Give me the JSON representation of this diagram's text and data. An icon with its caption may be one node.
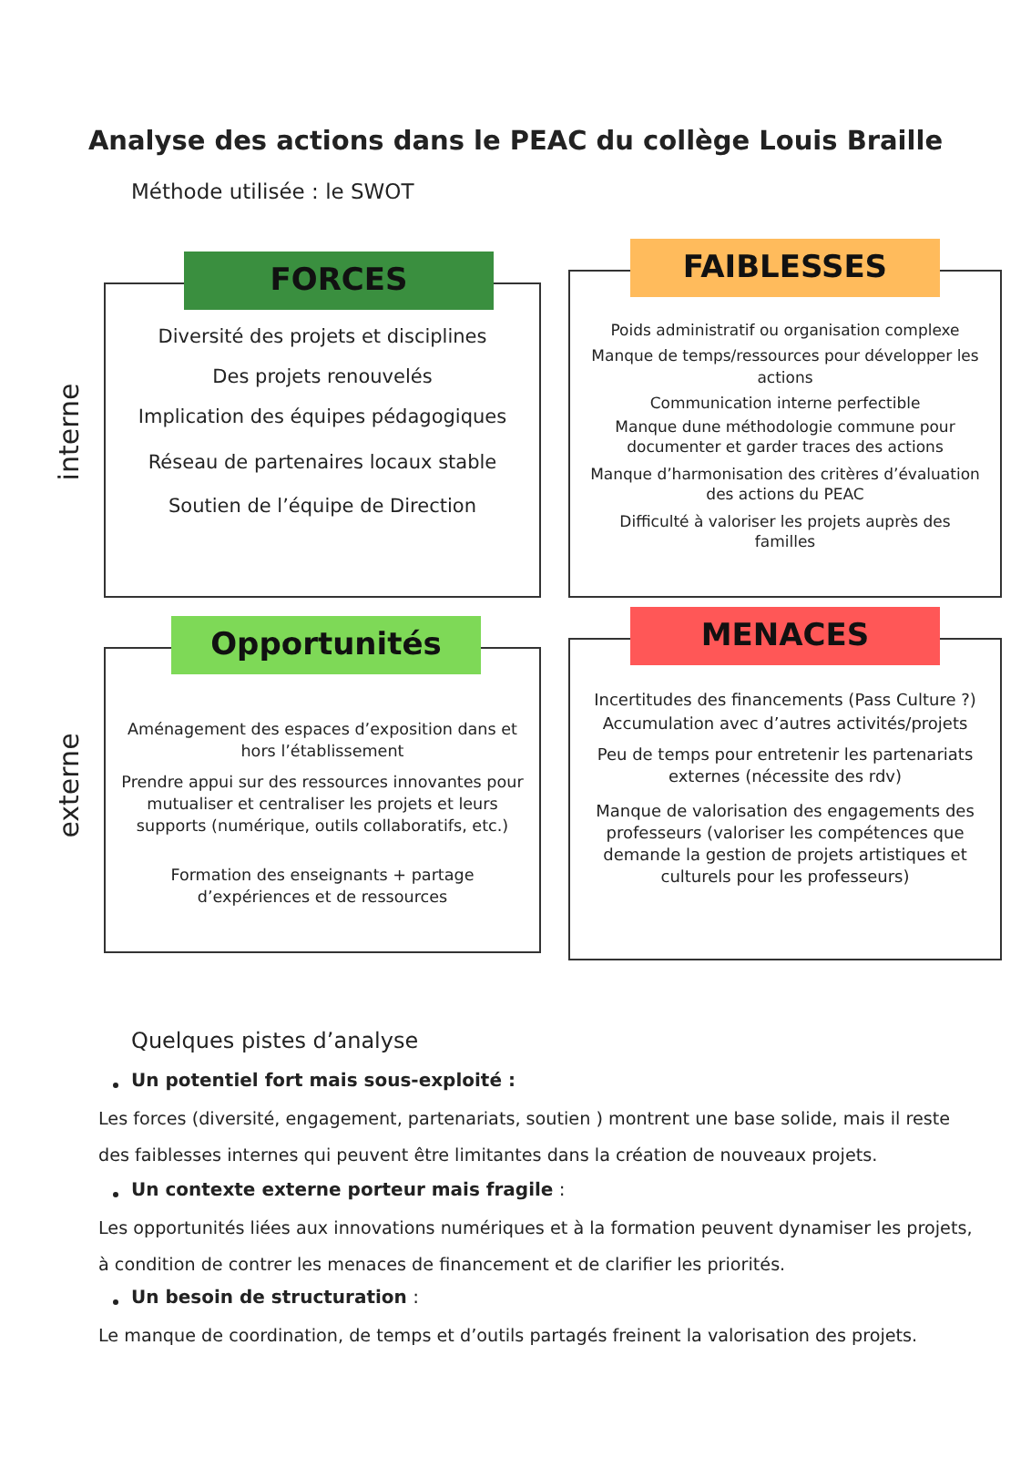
{
  "diagram": {
    "title": "Analyse des actions dans le PEAC du collège Louis Braille",
    "nodes": [
      {
        "text": [
          "FORCES",
          "Diversité des projets et disciplines",
          "Des projets renouvelés",
          "Implication des équipes pédagogiques",
          "Réseau de partenaires locaux stable",
          "Soutien de l’équipe de Direction"
        ]
      },
      {
        "text": [
          "FAIBLESSES",
          "Poids administratif ou organisation complexe",
          "Manque de temps/ressources pour développer les actions",
          "Communication interne perfectible",
          "Manque dune méthodologie commune pour documenter et garder traces des actions",
          "Manque d’harmonisation des critères d’évaluation des actions  du PEAC",
          "Difficulté à valoriser les projets auprès des familles"
        ]
      },
      {
        "text": [
          "Opportunités",
          "Aménagement des espaces d’exposition dans et hors l’établissement",
          "Prendre appui sur des ressources innovantes pour mutualiser et centraliser les projets et leurs supports (numérique, outils collaboratifs, etc.)",
          "Formation des enseignants + partage d’expériences et de ressources"
        ]
      },
      {
        "text": [
          "MENACES",
          "Incertitudes des financements (Pass Culture ?)",
          "Accumulation  avec d’autres activités/projets",
          "Peu de temps  pour entretenir les partenariats externes (nécessite des rdv)",
          "Manque de valorisation des engagements des professeurs (valoriser les compétences que demande la gestion de projets artistiques et culturels pour les professeurs)"
        ]
      }
    ],
    "labels": [
      "Méthode utilisée : le SWOT",
      "interne",
      "externe",
      "Quelques pistes d’analyse",
      "Un potentiel fort mais sous-exploité :",
      "Les forces (diversité, engagement, partenariats, soutien ) montrent une base solide, mais il reste des faiblesses internes qui peuvent être limitantes dans la création de nouveaux projets.",
      "**Un contexte externe porteur mais fragile** :",
      "Les opportunités liées aux innovations numériques et à la formation peuvent dynamiser les projets, à condition de contrer les menaces de financement et de clarifier les priorités.",
      "**Un besoin de structuration** :",
      "Le manque de coordination, de temps et d’outils partagés freinent la valorisation des projets."
    ]
  }
}
